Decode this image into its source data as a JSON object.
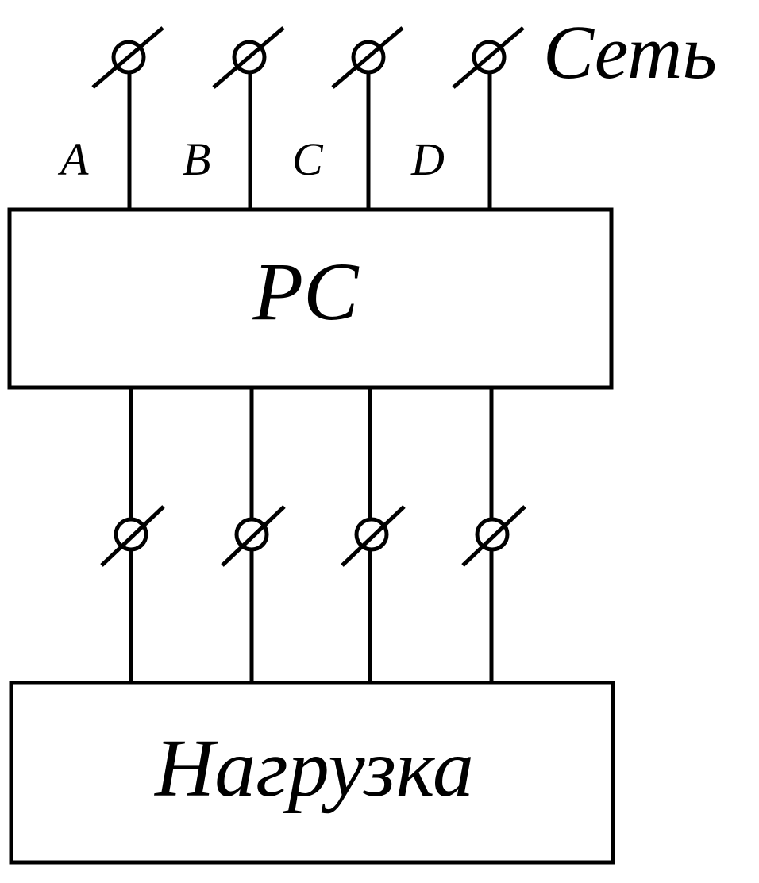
{
  "diagram": {
    "network_label": "Сеть",
    "phases": [
      {
        "label": "A"
      },
      {
        "label": "B"
      },
      {
        "label": "C"
      },
      {
        "label": "D"
      }
    ],
    "rc_block": {
      "label": "РС"
    },
    "load_block": {
      "label": "Нагрузка"
    }
  }
}
